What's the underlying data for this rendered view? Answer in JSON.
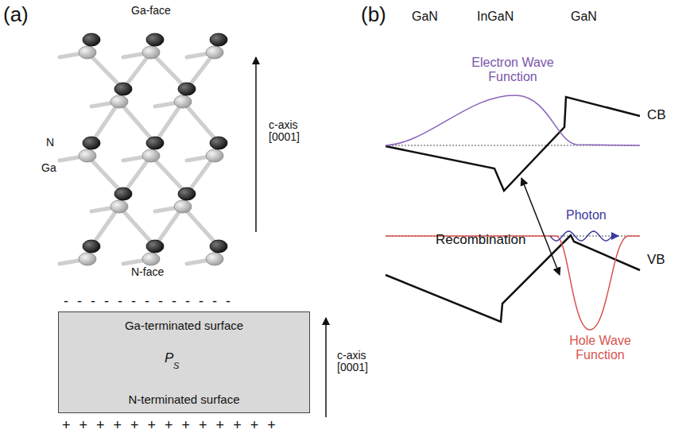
{
  "diagram": {
    "nodes": [
      {
        "text": [
          "Ga-terminated surface",
          "N-terminated surface"
        ]
      }
    ],
    "labels": [
      "(a)",
      "(b)",
      "Ga-face",
      "N",
      "Ga",
      "c-axis [0001]",
      "N-face",
      "- - - - - - - - - - - - -",
      "P",
      "S",
      "c-axis [0001]",
      "+ + + + + + + + + + + + +",
      "GaN",
      "InGaN",
      "GaN",
      "Electron Wave Function",
      "CB",
      "Photon",
      "Recombination",
      "VB",
      "Hole Wave Function"
    ]
  }
}
